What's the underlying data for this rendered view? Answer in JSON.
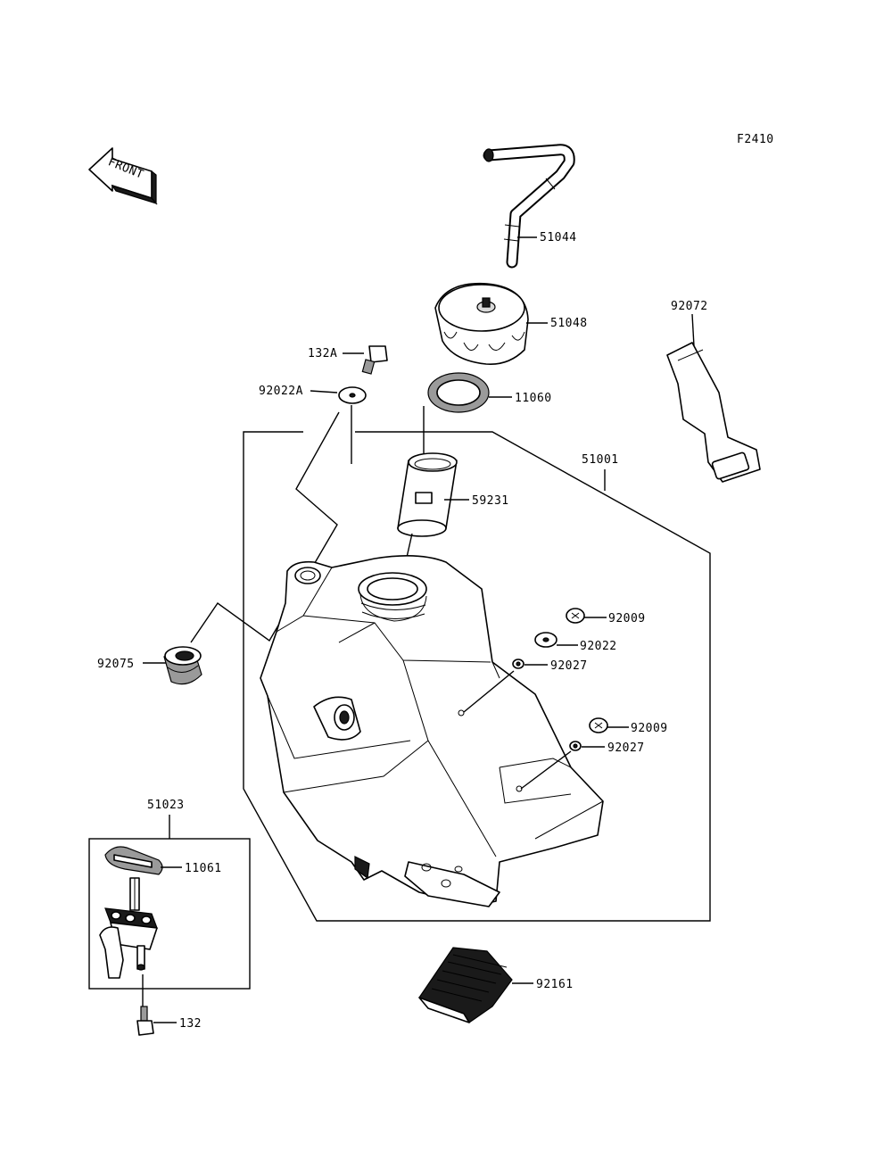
{
  "figure_code": "F2410",
  "front_arrow_text": "FRONT",
  "labels": {
    "p51044": "51044",
    "p51048": "51048",
    "p92072": "92072",
    "p132A": "132A",
    "p92022A": "92022A",
    "p11060": "11060",
    "p51001": "51001",
    "p59231": "59231",
    "p92009a": "92009",
    "p92022": "92022",
    "p92027a": "92027",
    "p92075": "92075",
    "p92009b": "92009",
    "p92027b": "92027",
    "p51023": "51023",
    "p11061": "11061",
    "p92161": "92161",
    "p132": "132"
  }
}
